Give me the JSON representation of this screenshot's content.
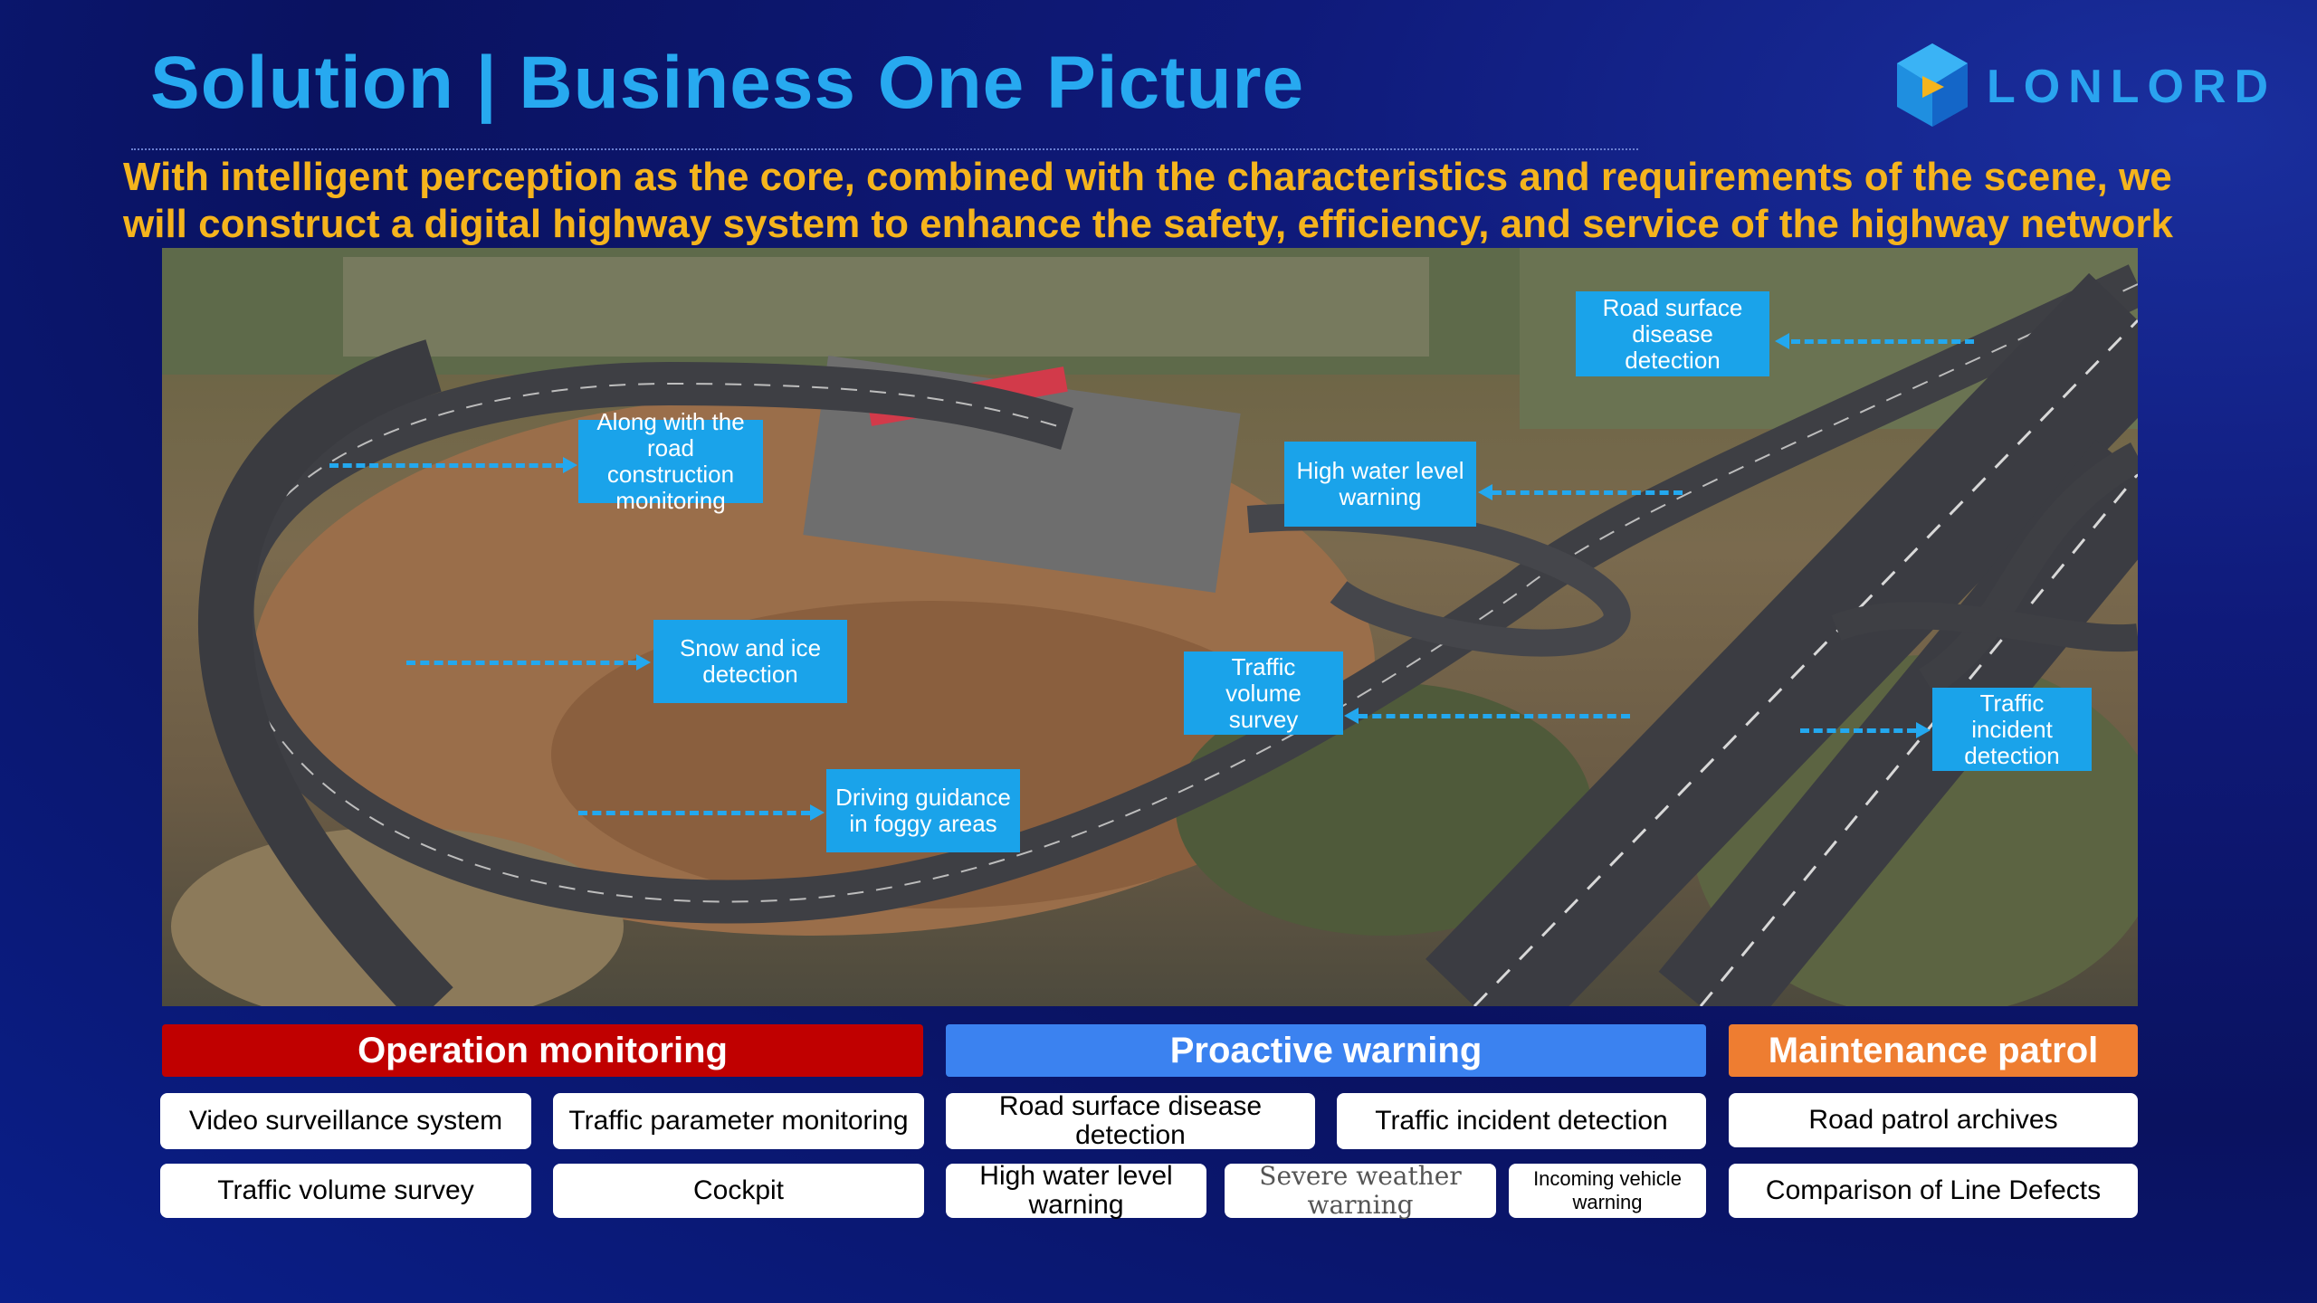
{
  "header": {
    "title": "Solution | Business One Picture",
    "logo_text": "LONLORD",
    "subtitle_line1": "With intelligent perception as the core, combined with the characteristics and requirements of the scene, we",
    "subtitle_line2": "will construct a digital highway system to enhance the safety, efficiency, and service of the highway network"
  },
  "callouts": {
    "road_construction": "Along with the road construction monitoring",
    "road_surface": "Road surface disease detection",
    "high_water": "High water level warning",
    "snow_ice": "Snow and ice detection",
    "traffic_volume": "Traffic volume survey",
    "traffic_incident": "Traffic incident detection",
    "foggy": "Driving guidance in foggy areas"
  },
  "categories": {
    "operation": {
      "label": "Operation monitoring",
      "color": "#c00000"
    },
    "proactive": {
      "label": "Proactive warning",
      "color": "#3b82f0"
    },
    "maintenance": {
      "label": "Maintenance patrol",
      "color": "#ee7d31"
    }
  },
  "items": {
    "video_surveillance": "Video surveillance system",
    "traffic_parameter": "Traffic parameter monitoring",
    "traffic_volume_survey": "Traffic volume survey",
    "cockpit": "Cockpit",
    "road_surface_disease": "Road surface disease detection",
    "traffic_incident_detection": "Traffic incident detection",
    "high_water_level": "High water level warning",
    "severe_weather": "Severe weather warning",
    "incoming_vehicle": "Incoming vehicle warning",
    "road_patrol": "Road patrol archives",
    "line_defects": "Comparison of Line Defects"
  },
  "colors": {
    "title": "#27a9f0",
    "subtitle": "#f5b41d",
    "callout_bg": "#1aa3ea",
    "background": "#0f1a7a"
  }
}
